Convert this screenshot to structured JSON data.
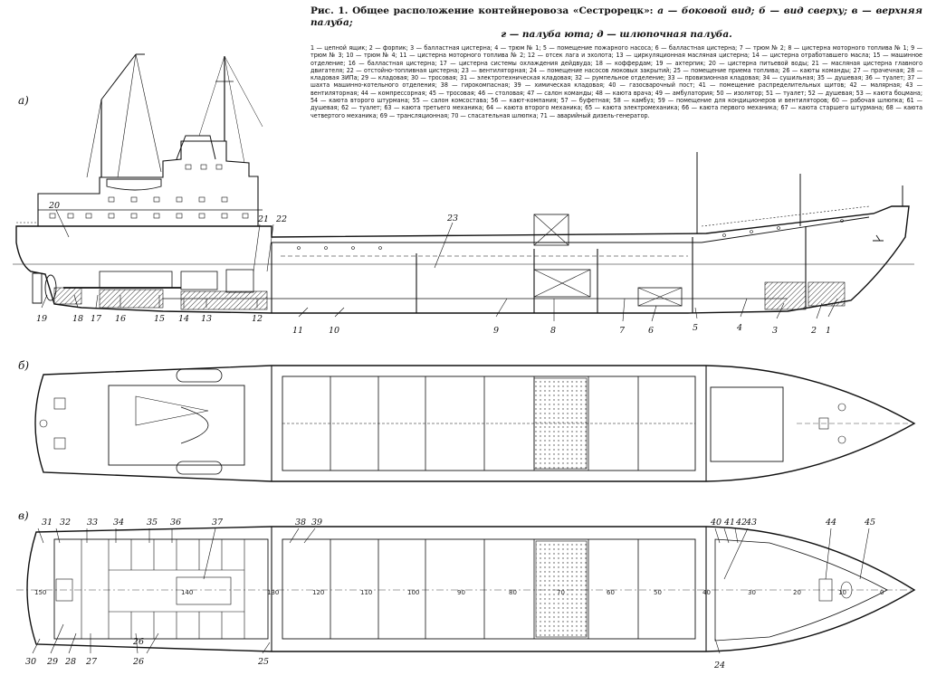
{
  "caption": {
    "fig_label": "Рис. 1.",
    "title_main": "Общее расположение контейнеровоза «Сестрорецк»:",
    "views_line1": "а — боковой вид; б — вид сверху; в — верхняя палуба;",
    "views_line2": "г — палуба юта; д — шлюпочная палуба.",
    "legend": "1 — цепной ящик; 2 — форпик; 3 — балластная цистерна; 4 — трюм № 1; 5 — помещение пожарного насоса; 6 — балластная цистерна; 7 — трюм № 2; 8 — цистерна моторного топлива № 1; 9 — трюм № 3; 10 — трюм № 4; 11 — цистерна моторного топлива № 2; 12 — отсек лага и эхолота; 13 — циркуляционная масляная цистерна; 14 — цистерна отработавшего масла; 15 — машинное отделение; 16 — балластная цистерна; 17 — цистерна системы охлаждения дейдвуда; 18 — коффердам; 19 — ахтерпик; 20 — цистерна питьевой воды; 21 — масляная цистерна главного двигателя; 22 — отстойно-топливная цистерна; 23 — вентиляторная; 24 — помещение насосов люковых закрытий; 25 — помещение приема топлива; 26 — каюты команды; 27 — прачечная; 28 — кладовая ЗИПа; 29 — кладовая; 30 — тросовая; 31 — электротехническая кладовая; 32 — румпельное отделение; 33 — провизионная кладовая; 34 — сушильная; 35 — душевая; 36 — туалет; 37 — шахта машинно-котельного отделения; 38 — гирокомпасная; 39 — химическая кладовая; 40 — газосварочный пост; 41 — помещение распределительных щитов; 42 — малярная; 43 — вентиляторная; 44 — компрессорная; 45 — тросовая; 46 — столовая; 47 — салон команды; 48 — каюта врача; 49 — амбулатория; 50 — изолятор; 51 — туалет; 52 — душевая; 53 — каюта боцмана; 54 — каюта второго штурмана; 55 — салон комсостава; 56 — кают-компания; 57 — буфетная; 58 — камбуз; 59 — помещение для кондиционеров и вентиляторов; 60 — рабочая шлюпка; 61 — душевая; 62 — туалет; 63 — каюта третьего механика; 64 — каюта второго механика; 65 — каюта электромеханика; 66 — каюта первого механика; 67 — каюта старшего штурмана; 68 — каюта четвертого механика; 69 — трансляционная; 70 — спасательная шлюпка; 71 — аварийный дизель-генератор."
  },
  "views": {
    "side": "а)",
    "top": "б)",
    "deck": "в)"
  },
  "side_labels": [
    "1",
    "2",
    "3",
    "4",
    "5",
    "6",
    "7",
    "8",
    "9",
    "10",
    "11",
    "12",
    "13",
    "14",
    "15",
    "16",
    "17",
    "18",
    "19",
    "20",
    "21",
    "22",
    "23"
  ],
  "deck_labels": [
    "24",
    "25",
    "26",
    "26",
    "27",
    "28",
    "29",
    "30",
    "31",
    "32",
    "33",
    "34",
    "35",
    "36",
    "37",
    "38",
    "39",
    "40",
    "41",
    "42",
    "43",
    "44",
    "45"
  ],
  "frame_numbers": [
    "150",
    "140",
    "130",
    "120",
    "110",
    "100",
    "90",
    "80",
    "70",
    "60",
    "50",
    "40",
    "30",
    "20",
    "10",
    "0"
  ],
  "colors": {
    "ink": "#111111",
    "hatch": "#333333",
    "paper": "#ffffff"
  }
}
